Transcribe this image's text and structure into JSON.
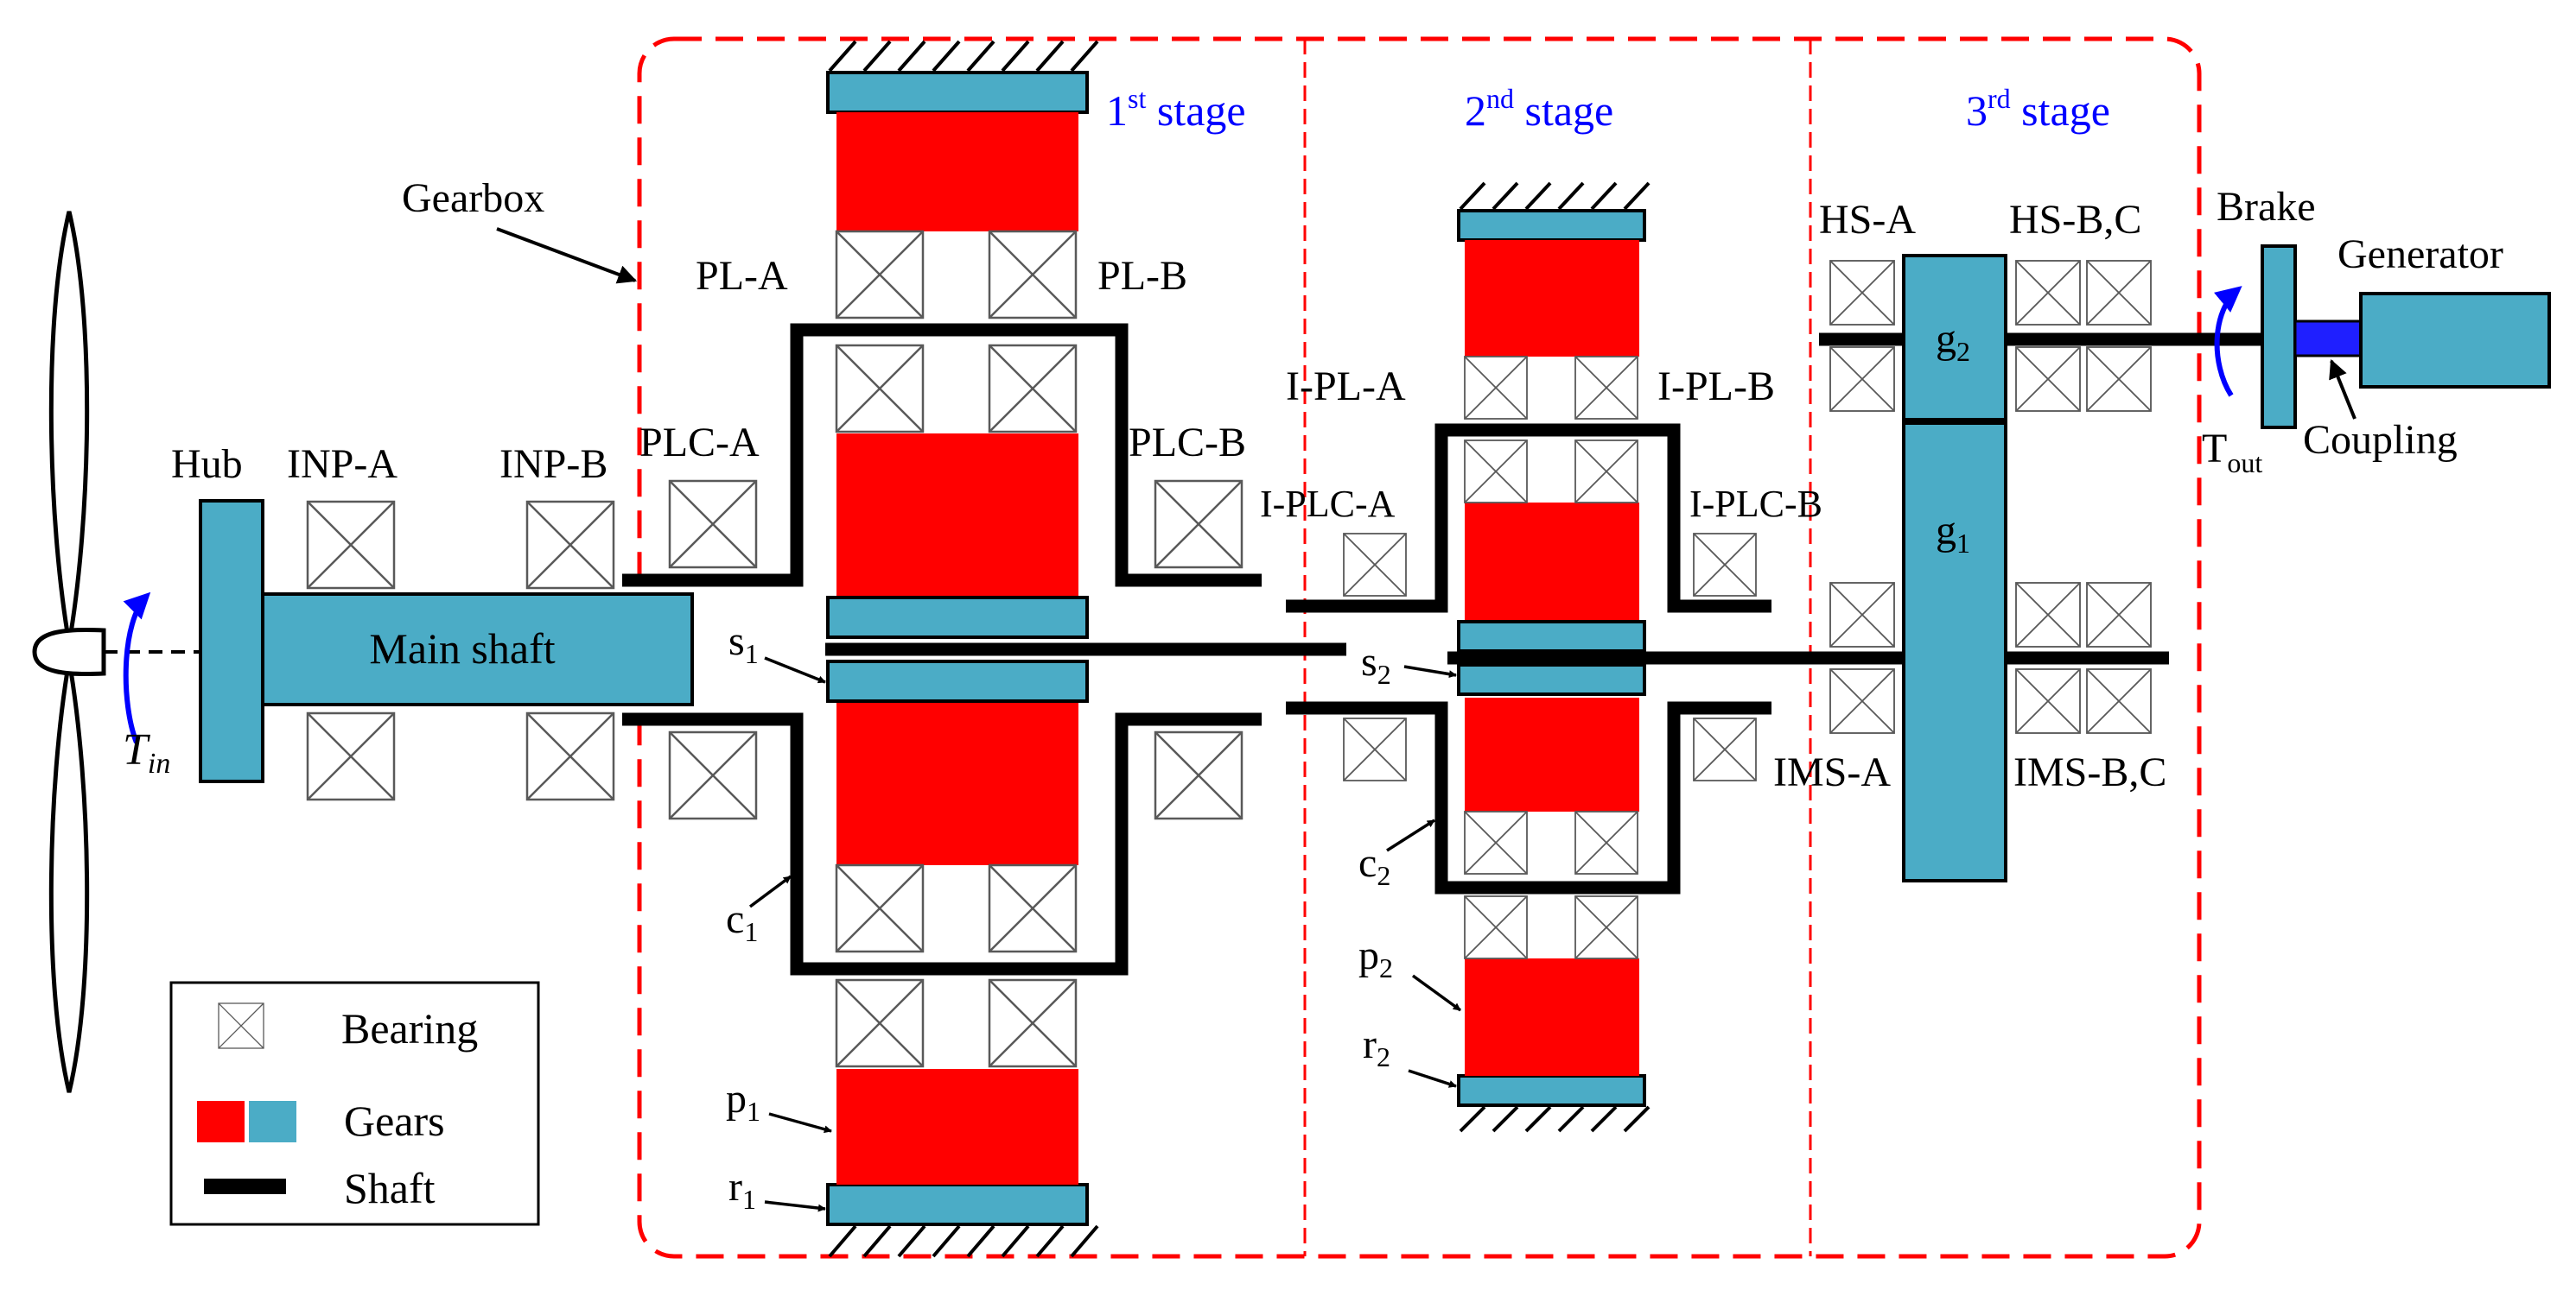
{
  "colors": {
    "gear_red": "#ff0000",
    "gear_blue": "#4bacc6",
    "shaft": "#000000",
    "stage_label": "#0000ff",
    "boundary": "#ff0000",
    "torque_arrow": "#0000ff",
    "coupling": "#1f1fff"
  },
  "stages": {
    "s1_num": "1",
    "s1_sup": "st",
    "s1_word": " stage",
    "s2_num": "2",
    "s2_sup": "nd",
    "s2_word": " stage",
    "s3_num": "3",
    "s3_sup": "rd",
    "s3_word": " stage"
  },
  "labels": {
    "gearbox": "Gearbox",
    "hub": "Hub",
    "inp_a": "INP-A",
    "inp_b": "INP-B",
    "main_shaft": "Main shaft",
    "t_in_base": "T",
    "t_in_sub": "in",
    "plc_a": "PLC-A",
    "plc_b": "PLC-B",
    "pl_a": "PL-A",
    "pl_b": "PL-B",
    "i_pl_a": "I-PL-A",
    "i_pl_b": "I-PL-B",
    "i_plc_a": "I-PLC-A",
    "i_plc_b": "I-PLC-B",
    "hs_a": "HS-A",
    "hs_bc": "HS-B,C",
    "ims_a": "IMS-A",
    "ims_bc": "IMS-B,C",
    "brake": "Brake",
    "generator": "Generator",
    "coupling": "Coupling",
    "t_out_base": "T",
    "t_out_sub": "out",
    "g1_base": "g",
    "g1_sub": "1",
    "g2_base": "g",
    "g2_sub": "2",
    "s1_base": "s",
    "s1_sub": "1",
    "s2_base": "s",
    "s2_sub": "2",
    "c1_base": "c",
    "c1_sub": "1",
    "c2_base": "c",
    "c2_sub": "2",
    "p1_base": "p",
    "p1_sub": "1",
    "p2_base": "p",
    "p2_sub": "2",
    "r1_base": "r",
    "r1_sub": "1",
    "r2_base": "r",
    "r2_sub": "2"
  },
  "legend": {
    "bearing": "Bearing",
    "gears": "Gears",
    "shaft": "Shaft"
  }
}
